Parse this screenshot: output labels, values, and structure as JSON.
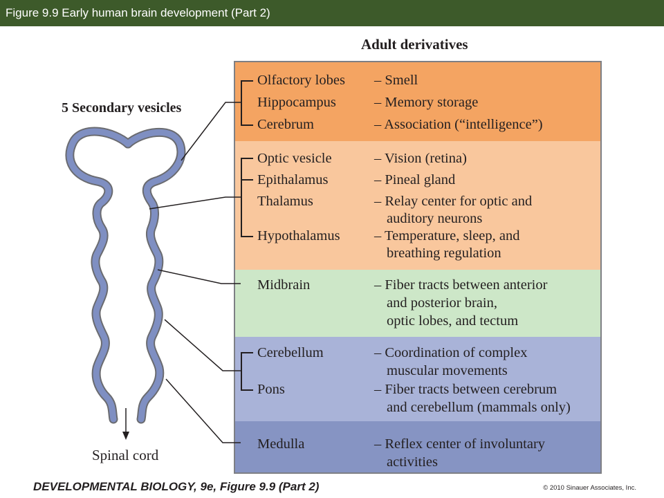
{
  "title": "Figure 9.9  Early human brain development (Part 2)",
  "adult_heading": "Adult derivatives",
  "vesicles_heading": "5 Secondary vesicles",
  "spinal_label": "Spinal cord",
  "rows": [
    {
      "name": "Olfactory lobes",
      "fn": [
        "– Smell"
      ]
    },
    {
      "name": "Hippocampus",
      "fn": [
        "– Memory storage"
      ]
    },
    {
      "name": "Cerebrum",
      "fn": [
        "– Association (“intelligence”)"
      ]
    },
    {
      "name": "Optic vesicle",
      "fn": [
        "– Vision (retina)"
      ]
    },
    {
      "name": "Epithalamus",
      "fn": [
        "– Pineal gland"
      ]
    },
    {
      "name": "Thalamus",
      "fn": [
        "– Relay center for optic and",
        "auditory neurons"
      ]
    },
    {
      "name": "Hypothalamus",
      "fn": [
        "– Temperature, sleep, and",
        "breathing regulation"
      ]
    },
    {
      "name": "Midbrain",
      "fn": [
        "– Fiber tracts between anterior",
        "and posterior brain,",
        "optic lobes, and tectum"
      ]
    },
    {
      "name": "Cerebellum",
      "fn": [
        "– Coordination of complex",
        "muscular movements"
      ]
    },
    {
      "name": "Pons",
      "fn": [
        "– Fiber tracts between cerebrum",
        "and cerebellum (mammals only)"
      ]
    },
    {
      "name": "Medulla",
      "fn": [
        "– Reflex center of involuntary",
        "activities"
      ]
    }
  ],
  "footer": {
    "book": "DEVELOPMENTAL BIOLOGY, 9e, Figure 9.9 (Part 2)",
    "copyright": "© 2010 Sinauer Associates, Inc."
  },
  "colors": {
    "title_bar": "#3d5a2a",
    "forebrain": "#f4a462",
    "diencephalon": "#f9c79d",
    "midbrain": "#cde7c8",
    "metencephalon": "#a9b3d8",
    "medulla": "#8694c3"
  }
}
